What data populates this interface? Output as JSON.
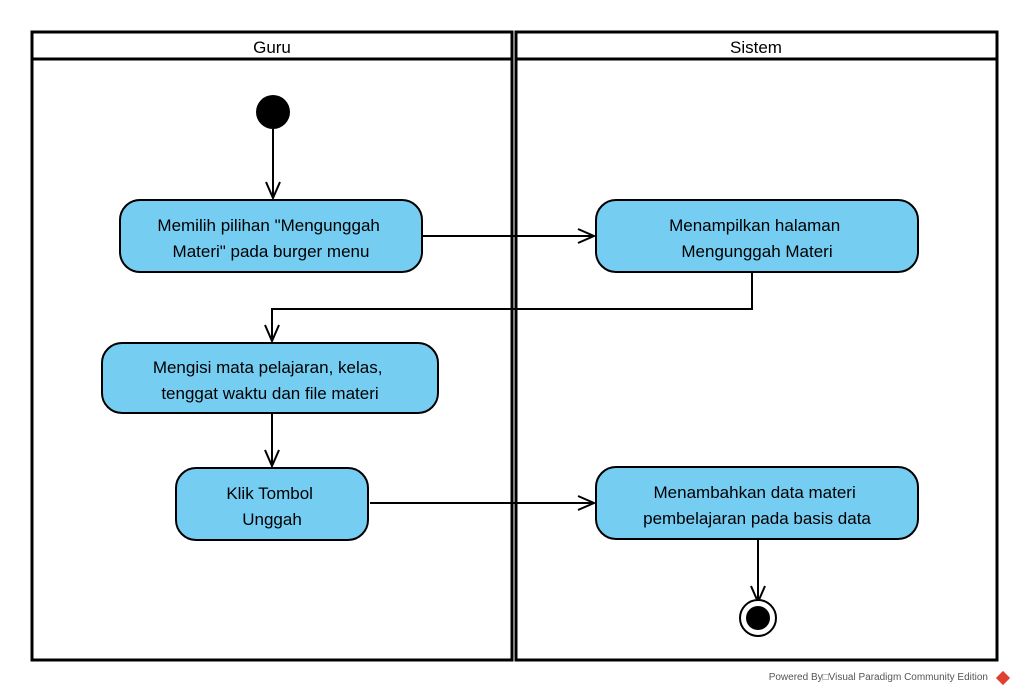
{
  "swimlanes": [
    {
      "title": "Guru"
    },
    {
      "title": "Sistem"
    }
  ],
  "activities": {
    "a1": [
      "Memilih pilihan \"Mengunggah",
      "Materi\" pada burger menu"
    ],
    "a2": [
      "Menampilkan halaman",
      "Mengunggah Materi"
    ],
    "a3": [
      "Mengisi mata pelajaran, kelas,",
      "tenggat waktu dan file materi"
    ],
    "a4": [
      "Klik Tombol",
      "Unggah"
    ],
    "a5": [
      "Menambahkan data materi",
      "pembelajaran pada basis data"
    ]
  },
  "footer": {
    "powered_by": "Powered By□Visual Paradigm Community Edition"
  },
  "colors": {
    "activity_fill": "#75CDF2",
    "stroke": "#000000"
  }
}
